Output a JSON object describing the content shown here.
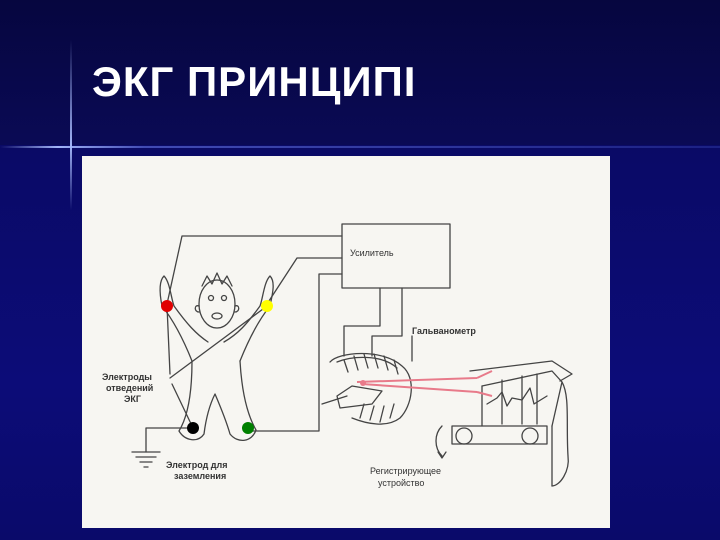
{
  "slide": {
    "title": "ЭКГ ПРИНЦИПІ"
  },
  "diagram": {
    "amplifier_label": "Усилитель",
    "galvanometer_label": "Гальванометр",
    "electrodes_label": [
      "Электроды",
      "отведений",
      "ЭКГ"
    ],
    "ground_label": [
      "Электрод для",
      "заземления"
    ],
    "recorder_label": [
      "Регистрирующее",
      "устройство"
    ],
    "electrode_colors": {
      "right_hand": "#e00000",
      "left_hand": "#ffff00",
      "right_leg": "#000000",
      "left_leg": "#008000"
    },
    "beam_color": "#e87a8a"
  }
}
